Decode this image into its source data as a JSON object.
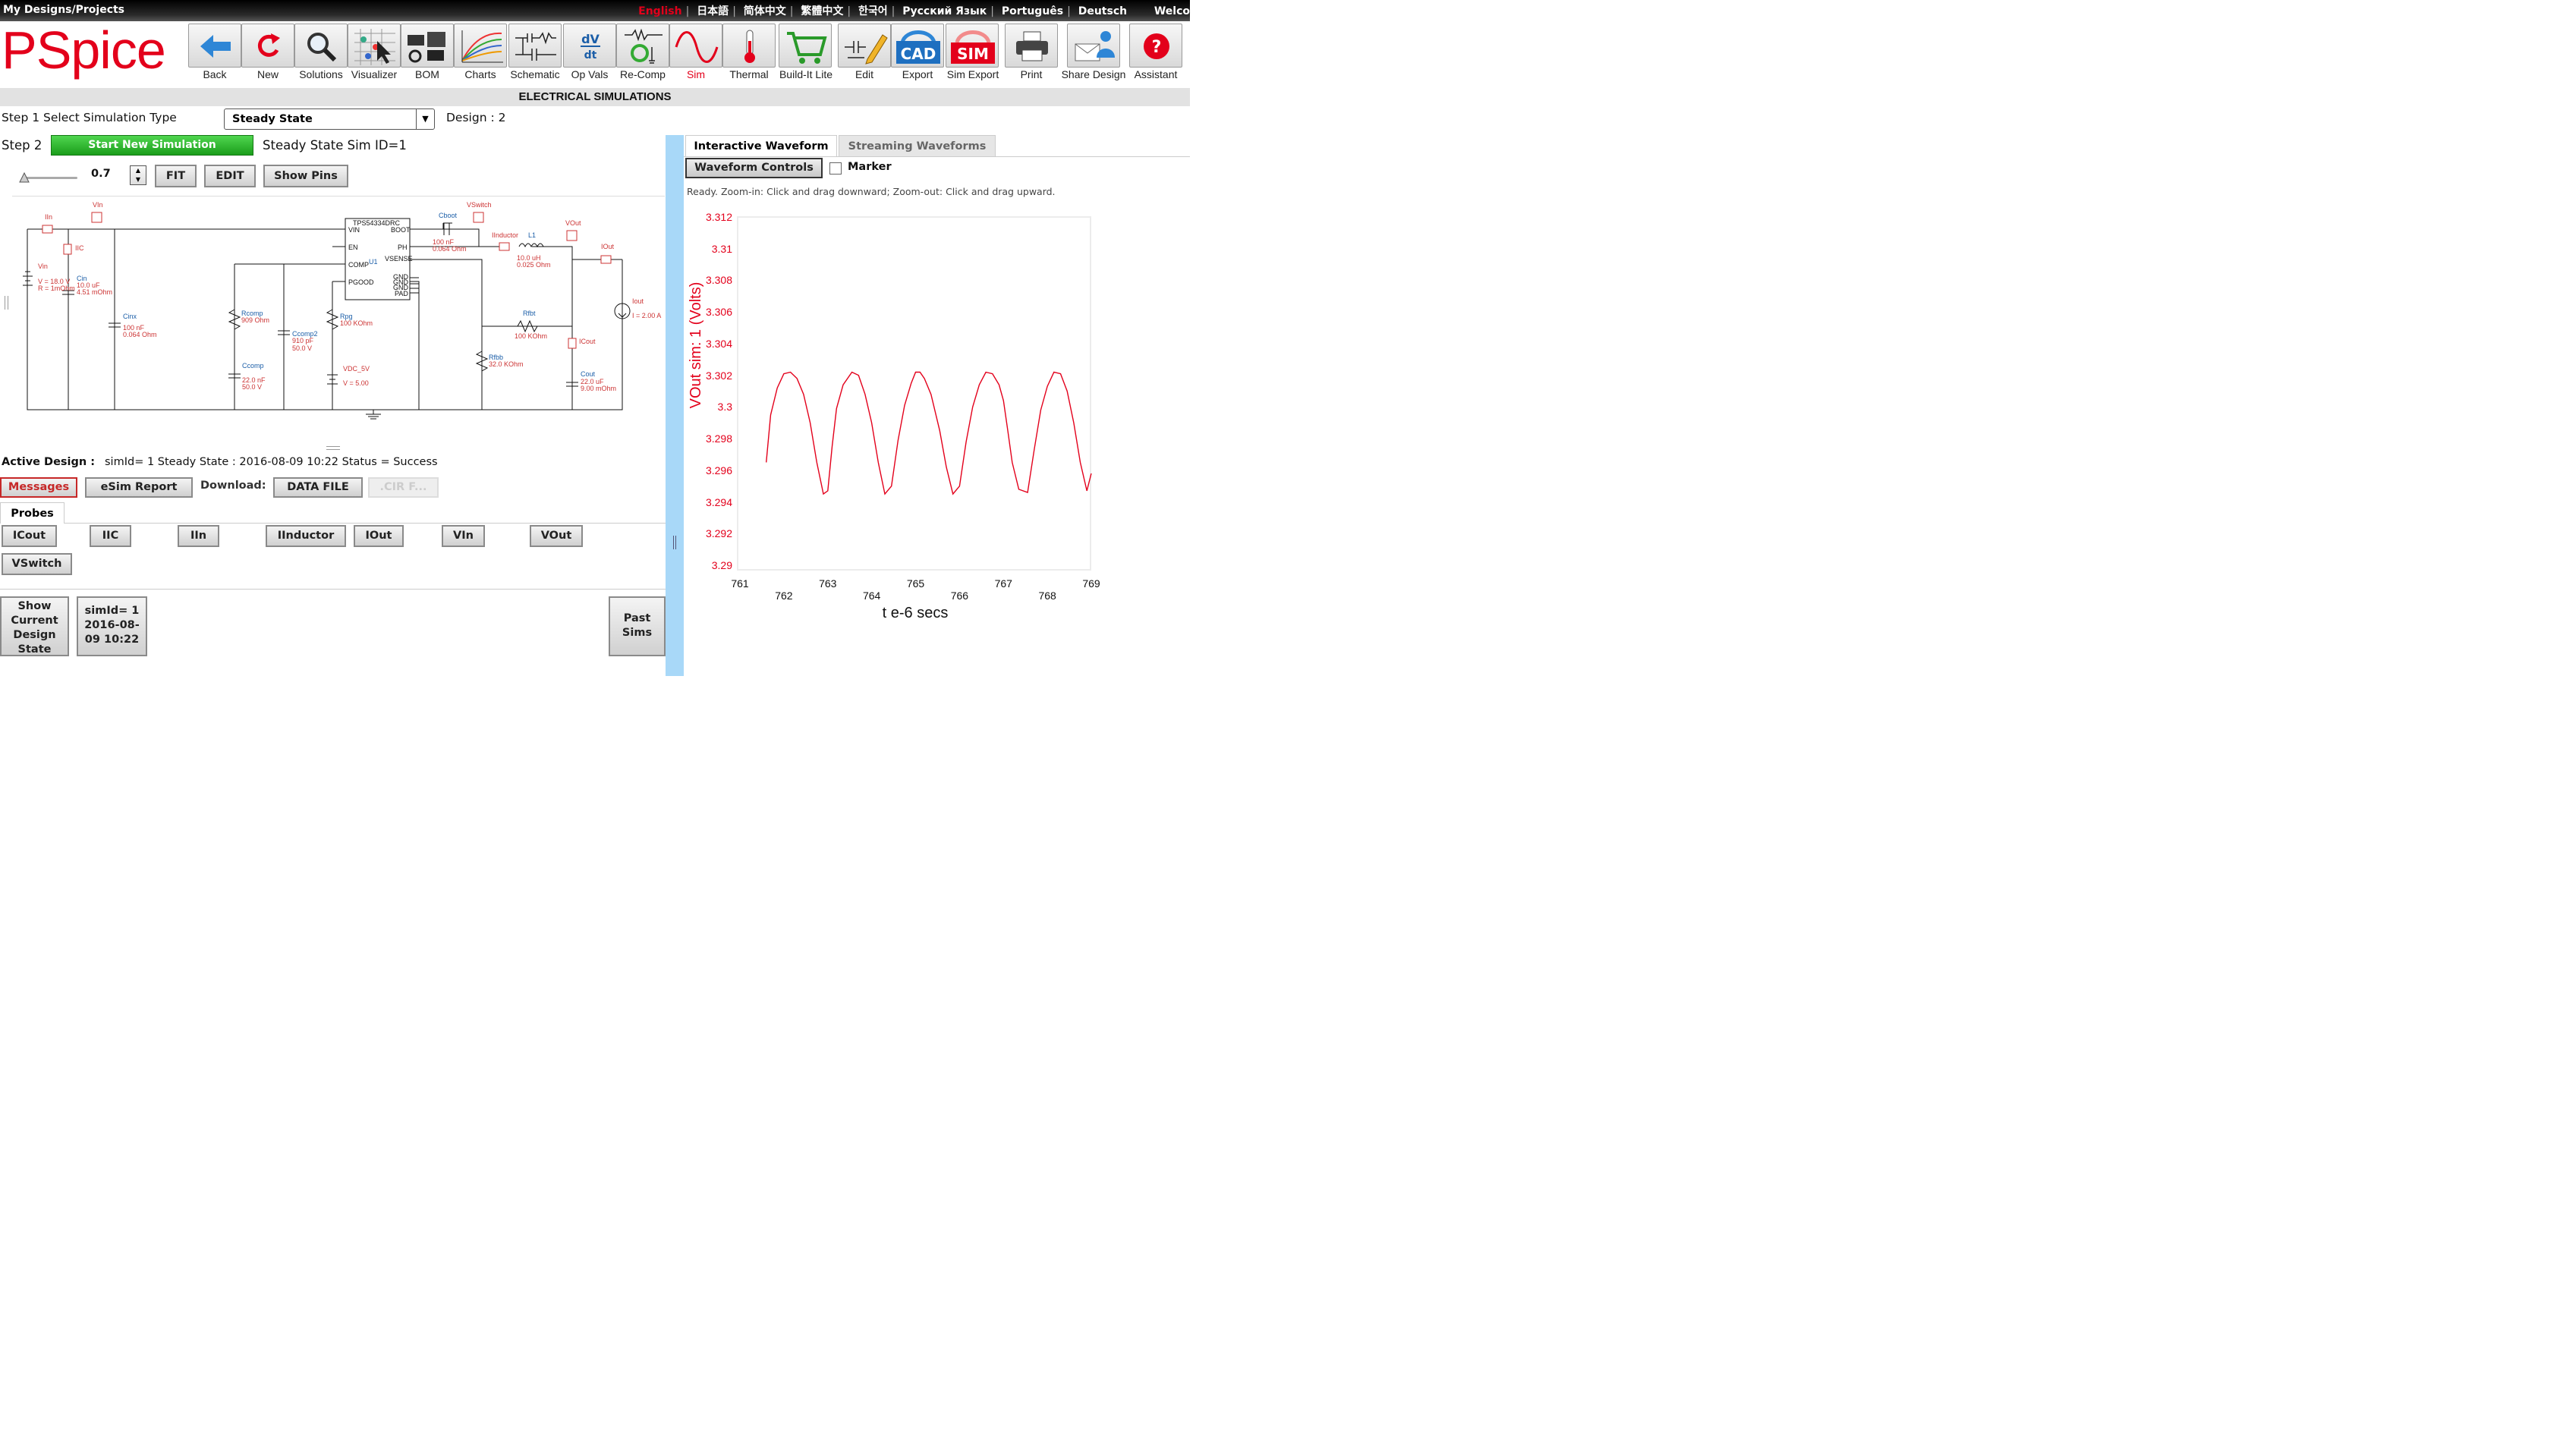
{
  "topbar": {
    "path": "My Designs/Projects",
    "welcome": "Welco",
    "languages": [
      "English",
      "日本語",
      "简体中文",
      "繁體中文",
      "한국어",
      "Русский Язык",
      "Português",
      "Deutsch"
    ]
  },
  "logo": "PSpice",
  "toolbar": [
    {
      "label": "Back",
      "icon": "back-arrow-icon"
    },
    {
      "label": "New",
      "icon": "refresh-icon"
    },
    {
      "label": "Solutions",
      "icon": "magnifier-icon"
    },
    {
      "label": "Visualizer",
      "icon": "visualizer-icon"
    },
    {
      "label": "BOM",
      "icon": "chips-icon"
    },
    {
      "label": "Charts",
      "icon": "chart-icon"
    },
    {
      "label": "Schematic",
      "icon": "schematic-icon"
    },
    {
      "label": "Op Vals",
      "icon": "dvdt-icon",
      "icon_text_top": "dV",
      "icon_text_bottom": "dt"
    },
    {
      "label": "Re-Comp",
      "icon": "recompute-icon"
    },
    {
      "label": "Sim",
      "icon": "sine-wave-icon",
      "active": true
    },
    {
      "label": "Thermal",
      "icon": "thermometer-icon"
    },
    {
      "label": "Build-It Lite",
      "icon": "cart-icon"
    },
    {
      "label": "Edit",
      "icon": "edit-pencil-icon"
    },
    {
      "label": "Export",
      "icon": "cad-icon",
      "icon_text": "CAD"
    },
    {
      "label": "Sim Export",
      "icon": "sim-export-icon",
      "icon_text": "SIM"
    },
    {
      "label": "Print",
      "icon": "printer-icon"
    },
    {
      "label": "Share Design",
      "icon": "share-icon"
    },
    {
      "label": "Assistant",
      "icon": "help-icon",
      "icon_text": "?"
    }
  ],
  "band_title": "ELECTRICAL SIMULATIONS",
  "step1": {
    "label": "Step 1 Select Simulation Type",
    "selected": "Steady State",
    "design": "Design : 2"
  },
  "step2": {
    "label": "Step 2",
    "start_button": "Start New Simulation",
    "sim_id": "Steady State Sim ID=1"
  },
  "zoom": {
    "value": "0.7",
    "fit": "FIT",
    "edit": "EDIT",
    "show_pins": "Show Pins"
  },
  "schematic": {
    "chip": "TPS54334DRC",
    "chip_ref": "U1",
    "pins_left": [
      "VIN",
      "EN",
      "COMP",
      "PGOOD"
    ],
    "pins_right": [
      "BOOT",
      "PH",
      "VSENSE",
      "GND",
      "GND",
      "GND",
      "PAD"
    ],
    "labels": {
      "iin": "IIn",
      "vin_probe": "VIn",
      "iic": "IIC",
      "vin_src": "Vin",
      "vin_v": "V = 18.0 V",
      "vin_r": "R = 1mOhm",
      "cin": "Cin",
      "cin_c": "10.0 uF",
      "cin_r": "4.51 mOhm",
      "cinx": "Cinx",
      "cinx_c": "100 nF",
      "cinx_r": "0.064 Ohm",
      "rcomp": "Rcomp",
      "rcomp_v": "909 Ohm",
      "ccomp": "Ccomp",
      "ccomp_c": "22.0 nF",
      "ccomp_v": "50.0 V",
      "ccomp2": "Ccomp2",
      "ccomp2_c": "910 pF",
      "ccomp2_v": "50.0 V",
      "rpg": "Rpg",
      "rpg_v": "100 KOhm",
      "vdc": "VDC_5V",
      "vdc_v": "V = 5.00",
      "cboot": "Cboot",
      "cboot_c": "100 nF",
      "cboot_r": "0.064 Ohm",
      "vswitch": "VSwitch",
      "iinductor": "IInductor",
      "l1": "L1",
      "l1_l": "10.0 uH",
      "l1_r": "0.025 Ohm",
      "vout_probe": "VOut",
      "iout_probe": "IOut",
      "iout": "Iout",
      "iout_i": "I = 2.00 A",
      "rfbt": "Rfbt",
      "rfbt_v": "100 KOhm",
      "rfbb": "Rfbb",
      "rfbb_v": "32.0 KOhm",
      "icout": "ICout",
      "cout": "Cout",
      "cout_c": "22.0 uF",
      "cout_r": "9.00 mOhm"
    }
  },
  "active_design": {
    "label": "Active Design :",
    "text": "simId= 1 Steady State : 2016-08-09 10:22 Status = Success"
  },
  "actions": {
    "messages": "Messages",
    "esim": "eSim Report",
    "download": "Download:",
    "data_file": "DATA FILE",
    "cir": ".CIR F..."
  },
  "probes": {
    "tab": "Probes",
    "items": [
      "ICout",
      "IIC",
      "IIn",
      "IInductor",
      "IOut",
      "VIn",
      "VOut",
      "VSwitch"
    ]
  },
  "bottom": {
    "show_state": "Show Current Design State",
    "sim_card": "simId= 1 2016-08-09 10:22",
    "past": "Past Sims"
  },
  "right": {
    "tabs": [
      "Interactive Waveform",
      "Streaming Waveforms"
    ],
    "waveform_controls": "Waveform Controls",
    "marker": "Marker",
    "status": "Ready.  Zoom-in: Click and drag downward; Zoom-out: Click and drag upward."
  },
  "chart_data": {
    "type": "line",
    "title": "",
    "xlabel": "t e-6 secs",
    "ylabel": "VOut sim:  1 (Volts)",
    "xlim": [
      761,
      769
    ],
    "ylim": [
      3.29,
      3.312
    ],
    "yticks": [
      "3.312",
      "3.31",
      "3.308",
      "3.306",
      "3.304",
      "3.302",
      "3.3",
      "3.298",
      "3.296",
      "3.294",
      "3.292",
      "3.29"
    ],
    "xticks_upper": [
      "761",
      "763",
      "765",
      "767",
      "769"
    ],
    "xticks_lower": [
      "762",
      "764",
      "766",
      "768"
    ],
    "color": "#e3001b",
    "x": [
      761.6,
      761.7,
      761.85,
      762.0,
      762.15,
      762.3,
      762.45,
      762.6,
      762.75,
      762.9,
      763.0,
      763.1,
      763.2,
      763.35,
      763.55,
      763.7,
      763.85,
      764.0,
      764.15,
      764.3,
      764.45,
      764.6,
      764.75,
      764.9,
      765.0,
      765.1,
      765.2,
      765.35,
      765.55,
      765.7,
      765.85,
      766.0,
      766.15,
      766.3,
      766.45,
      766.6,
      766.75,
      766.9,
      767.0,
      767.1,
      767.2,
      767.35,
      767.55,
      767.7,
      767.85,
      768.0,
      768.15,
      768.3,
      768.45,
      768.6,
      768.75,
      768.9,
      769.0
    ],
    "y": [
      3.2965,
      3.2995,
      3.3012,
      3.3021,
      3.3022,
      3.3018,
      3.3008,
      3.299,
      3.2965,
      3.2945,
      3.2947,
      3.2975,
      3.2999,
      3.3014,
      3.3022,
      3.302,
      3.3008,
      3.299,
      3.2965,
      3.2945,
      3.295,
      3.2979,
      3.3001,
      3.3015,
      3.3022,
      3.3022,
      3.3018,
      3.3008,
      3.2985,
      3.2962,
      3.2945,
      3.295,
      3.2978,
      3.3,
      3.3014,
      3.3022,
      3.3021,
      3.3014,
      3.3004,
      3.2985,
      3.2965,
      3.2948,
      3.2946,
      3.2973,
      3.2998,
      3.3013,
      3.3022,
      3.3021,
      3.301,
      3.299,
      3.2965,
      3.2947,
      3.2958
    ]
  }
}
